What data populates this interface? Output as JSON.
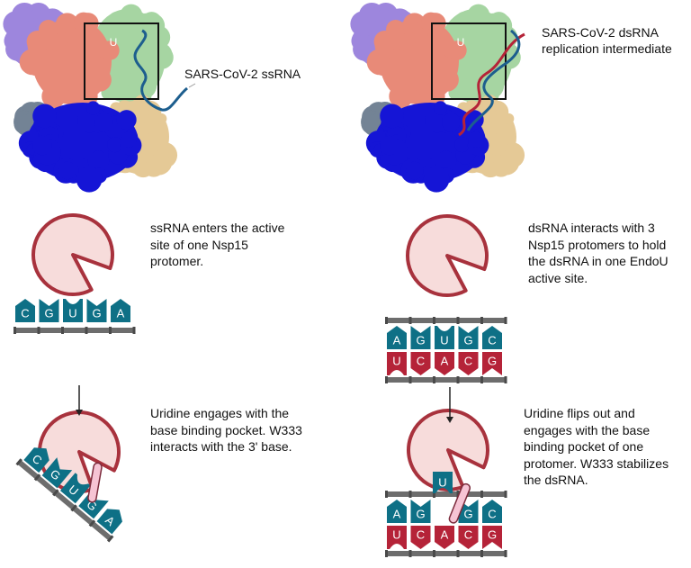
{
  "labels": {
    "ssrna": "SARS-CoV-2 ssRNA",
    "dsrna": [
      "SARS-CoV-2 dsRNA",
      "replication intermediate"
    ],
    "active_site": "U"
  },
  "captions": {
    "ss_enter": [
      "ssRNA enters the active",
      "site of one Nsp15",
      "protomer."
    ],
    "ss_engage": [
      "Uridine engages with the",
      "base binding pocket. W333",
      "interacts with the 3' base."
    ],
    "ds_interact": [
      "dsRNA interacts with 3",
      "Nsp15 protomers to hold",
      "the dsRNA in one EndoU",
      "active site."
    ],
    "ds_flip": [
      "Uridine flips out and",
      "engages with the base",
      "binding pocket of one",
      "protomer. W333 stabilizes",
      "the dsRNA."
    ]
  },
  "strands": {
    "ss_top": [
      "C",
      "G",
      "U",
      "G",
      "A"
    ],
    "ss_tilted": [
      "C",
      "G",
      "U",
      "G",
      "A"
    ],
    "ds_top": [
      "A",
      "G",
      "U",
      "G",
      "C"
    ],
    "ds_bottom": [
      "U",
      "C",
      "A",
      "C",
      "G"
    ],
    "ds_flip_top": [
      "A",
      "G",
      "",
      "G",
      "C"
    ],
    "ds_flip_bottom": [
      "U",
      "C",
      "A",
      "C",
      "G"
    ],
    "flipped_base": "U"
  },
  "colors": {
    "teal": "#0e7086",
    "red": "#b52338",
    "pacman_fill": "#f7dcdb",
    "pacman_stroke": "#a8323d",
    "backbone": "#6d6d6d",
    "w333": "#f6c4d4",
    "purple": "#9d86dd",
    "salmon": "#e88a78",
    "green": "#a6d5a2",
    "blue": "#1515d6",
    "tan": "#e5c996",
    "slate": "#738395",
    "ssrna_line": "#1d5e8e"
  }
}
